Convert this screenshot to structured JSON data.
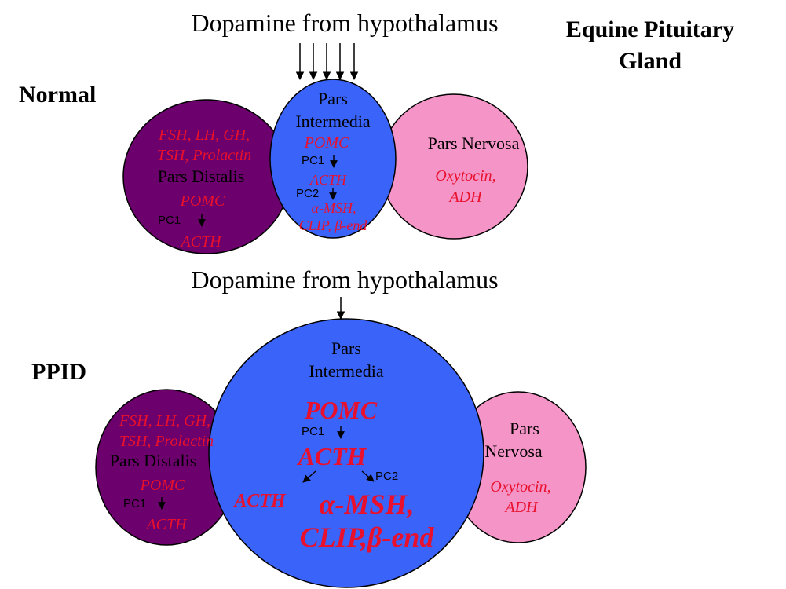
{
  "title": {
    "line1": "Equine Pituitary",
    "line2": "Gland"
  },
  "colors": {
    "pars_distalis": "#6c006c",
    "pars_intermedia": "#3a63fa",
    "pars_nervosa": "#f594c7",
    "hormone_text": "#e8102c"
  },
  "normal": {
    "label": "Normal",
    "dopamine": "Dopamine from hypothalamus",
    "distalis": {
      "hormones_line1": "FSH, LH, GH,",
      "hormones_line2": "TSH, Prolactin",
      "name": "Pars Distalis",
      "precursor": "POMC",
      "enzyme": "PC1",
      "product": "ACTH"
    },
    "intermedia": {
      "name_line1": "Pars",
      "name_line2": "Intermedia",
      "precursor": "POMC",
      "enzyme1": "PC1",
      "product1": "ACTH",
      "enzyme2": "PC2",
      "product2_line1": "α-MSH,",
      "product2_line2": "CLIP, β-end"
    },
    "nervosa": {
      "name": "Pars Nervosa",
      "hormones_line1": "Oxytocin,",
      "hormones_line2": "ADH"
    }
  },
  "ppid": {
    "label": "PPID",
    "dopamine": "Dopamine from hypothalamus",
    "distalis": {
      "hormones_line1": "FSH, LH, GH,",
      "hormones_line2": "TSH, Prolactin",
      "name": "Pars Distalis",
      "precursor": "POMC",
      "enzyme": "PC1",
      "product": "ACTH"
    },
    "intermedia": {
      "name_line1": "Pars",
      "name_line2": "Intermedia",
      "precursor": "POMC",
      "enzyme1": "PC1",
      "product1": "ACTH",
      "enzyme2": "PC2",
      "product_left": "ACTH",
      "product2_line1": "α-MSH,",
      "product2_line2": "CLIP,β-end"
    },
    "nervosa": {
      "name_line1": "Pars",
      "name_line2": "Nervosa",
      "hormones_line1": "Oxytocin,",
      "hormones_line2": "ADH"
    }
  }
}
